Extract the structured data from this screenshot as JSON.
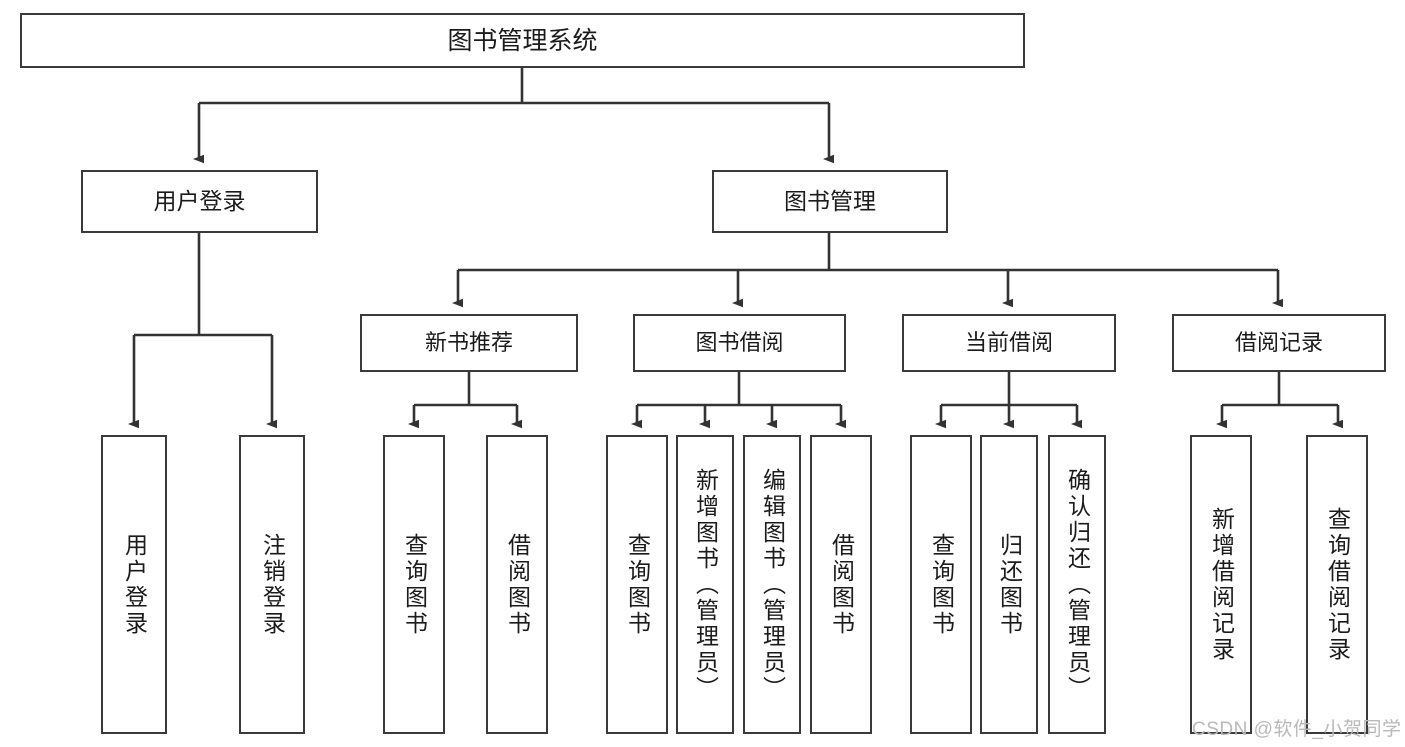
{
  "diagram": {
    "title": "图书管理系统",
    "type": "tree-hierarchy-chart",
    "colors": {
      "box_border": "#3a3a3a",
      "box_fill": "#ffffff",
      "edge": "#333333",
      "text": "#1b1b1b",
      "watermark": "#b9b9b9"
    },
    "root": {
      "label": "图书管理系统"
    },
    "level1": [
      {
        "label": "用户登录"
      },
      {
        "label": "图书管理"
      }
    ],
    "level2": [
      {
        "label": "新书推荐"
      },
      {
        "label": "图书借阅"
      },
      {
        "label": "当前借阅"
      },
      {
        "label": "借阅记录"
      }
    ],
    "leaves": {
      "user_login": [
        {
          "label": "用户登录"
        },
        {
          "label": "注销登录"
        }
      ],
      "new_book_recommend": [
        {
          "label": "查询图书"
        },
        {
          "label": "借阅图书"
        }
      ],
      "book_borrow": [
        {
          "label": "查询图书"
        },
        {
          "label": "新增图书（管理员）"
        },
        {
          "label": "编辑图书（管理员）"
        },
        {
          "label": "借阅图书"
        }
      ],
      "current_borrow": [
        {
          "label": "查询图书"
        },
        {
          "label": "归还图书"
        },
        {
          "label": "确认归还（管理员）"
        }
      ],
      "borrow_record": [
        {
          "label": "新增借阅记录"
        },
        {
          "label": "查询借阅记录"
        }
      ]
    }
  },
  "watermark": {
    "text": "CSDN @软件_小贺同学"
  }
}
